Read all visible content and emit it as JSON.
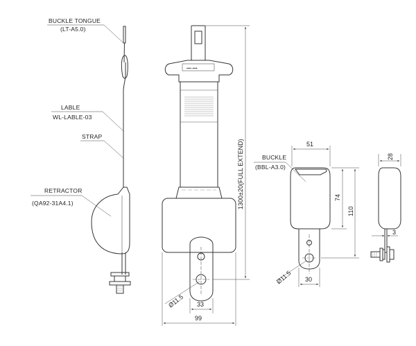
{
  "callouts": {
    "buckle_tongue": {
      "name": "BUCKLE TONGUE",
      "code": "(LT-A5.0)"
    },
    "lable": {
      "name": "LABLE",
      "code": "WL-LABLE-03"
    },
    "strap": {
      "name": "STRAP"
    },
    "retractor": {
      "name": "RETRACTOR",
      "code": "(QA92-31A4.1)"
    },
    "buckle": {
      "name": "BUCKLE",
      "code": "(BBL-A3.0)"
    }
  },
  "dimensions": {
    "full_extend": "1300±20(FULL EXTEND)",
    "retractor_hole": "Ø11.5",
    "retractor_bracket_width": "33",
    "retractor_overall_width": "99",
    "buckle_width": "51",
    "buckle_body_height": "74",
    "buckle_overall_height": "110",
    "buckle_hole": "Ø11.5",
    "buckle_bracket_width": "30",
    "buckle_depth": "28",
    "buckle_plate": "3"
  }
}
